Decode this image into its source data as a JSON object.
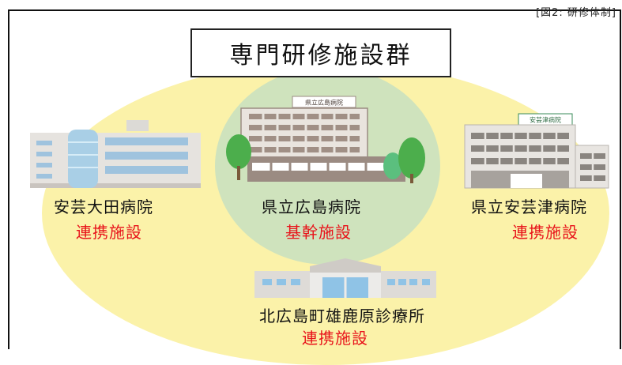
{
  "corner_text": "[図2: 研修体制]",
  "title": "専門研修施設群",
  "hospitals": {
    "center": {
      "name": "県立広島病院",
      "role": "基幹施設",
      "sign": "県立広島病院"
    },
    "left": {
      "name": "安芸大田病院",
      "role": "連携施設"
    },
    "right": {
      "name": "県立安芸津病院",
      "role": "連携施設",
      "sign": "安芸津病院"
    },
    "bottom": {
      "name": "北広島町雄鹿原診療所",
      "role": "連携施設"
    }
  },
  "colors": {
    "outer_ellipse": "#fbf2a9",
    "inner_ellipse": "#cfe3bd",
    "role_text": "#e8141b",
    "building_light": "#e7e1da",
    "building_dark": "#9b8b82",
    "window": "#8fc3e6",
    "tree": "#4cae4c"
  }
}
